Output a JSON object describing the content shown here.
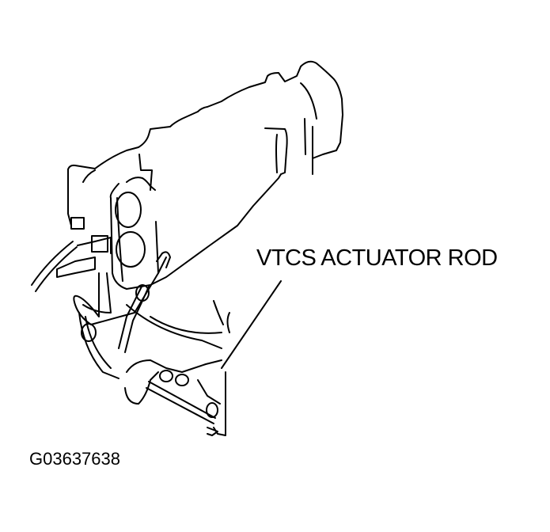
{
  "diagram": {
    "subject": "intake manifold assembly line drawing",
    "callouts": [
      {
        "label": "VTCS ACTUATOR ROD",
        "leader_from": [
          355,
          355
        ],
        "leader_to": [
          280,
          465
        ]
      }
    ],
    "figure_id": "G03637638",
    "colors": {
      "background": "#ffffff",
      "ink": "#000000"
    }
  }
}
